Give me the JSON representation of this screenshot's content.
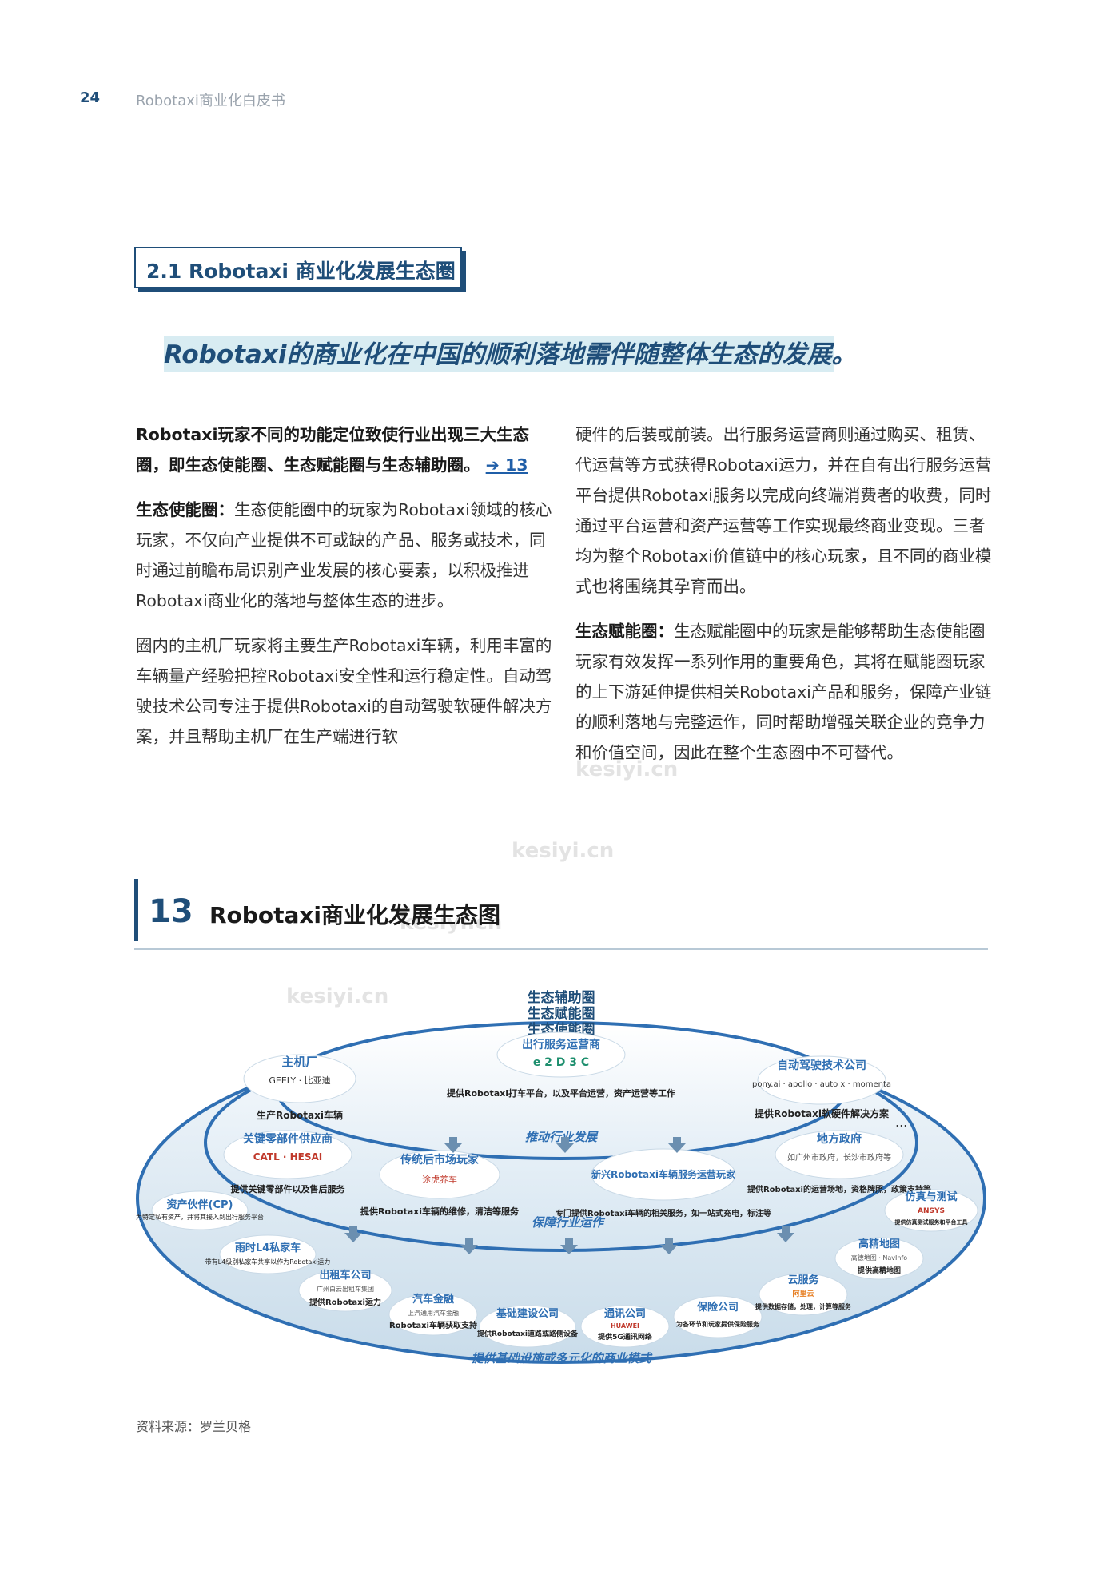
{
  "header": {
    "page_number": "24",
    "running_title": "Robotaxi商业化白皮书"
  },
  "section": {
    "title": "2.1 Robotaxi 商业化发展生态圈"
  },
  "lead": "Robotaxi的商业化在中国的顺利落地需伴随整体生态的发展。",
  "left_column": {
    "intro": "Robotaxi玩家不同的功能定位致使行业出现三大生态圈，即生态使能圈、生态赋能圈与生态辅助圈。",
    "intro_ref": "➔ 13",
    "p1_term": "生态使能圈：",
    "p1_text": "生态使能圈中的玩家为Robotaxi领域的核心玩家，不仅向产业提供不可或缺的产品、服务或技术，同时通过前瞻布局识别产业发展的核心要素，以积极推进Robotaxi商业化的落地与整体生态的进步。",
    "p2_text": "圈内的主机厂玩家将主要生产Robotaxi车辆，利用丰富的车辆量产经验把控Robotaxi安全性和运行稳定性。自动驾驶技术公司专注于提供Robotaxi的自动驾驶软硬件解决方案，并且帮助主机厂在生产端进行软"
  },
  "right_column": {
    "p1_text": "硬件的后装或前装。出行服务运营商则通过购买、租赁、代运营等方式获得Robotaxi运力，并在自有出行服务运营平台提供Robotaxi服务以完成向终端消费者的收费，同时通过平台运营和资产运营等工作实现最终商业变现。三者均为整个Robotaxi价值链中的核心玩家，且不同的商业模式也将围绕其孕育而出。",
    "p2_term": "生态赋能圈：",
    "p2_text": "生态赋能圈中的玩家是能够帮助生态使能圈玩家有效发挥一系列作用的重要角色，其将在赋能圈玩家的上下游延伸提供相关Robotaxi产品和服务，保障产业链的顺利落地与完整运作，同时帮助增强关联企业的竞争力和价值空间，因此在整个生态圈中不可替代。"
  },
  "figure": {
    "number": "13",
    "title": "Robotaxi商业化发展生态图",
    "ring_labels": [
      "生态辅助圈",
      "生态赋能圈",
      "生态使能圈"
    ],
    "core": [
      {
        "name": "主机厂",
        "logos": "GEELY · 比亚迪",
        "desc": "生产Robotaxi车辆"
      },
      {
        "name": "出行服务运营商",
        "logos": "e 2 D 3 C",
        "desc": "提供Robotaxi打车平台，以及平台运营，资产运营等工作"
      },
      {
        "name": "自动驾驶技术公司",
        "logos": "pony.ai · apollo · auto x · momenta",
        "desc": "提供Robotaxi软硬件解决方案"
      }
    ],
    "ring_caption_inner": "推动行业发展",
    "middle": [
      {
        "name": "关键零部件供应商",
        "logos": "CATL · HESAI",
        "desc": "提供关键零部件以及售后服务"
      },
      {
        "name": "传统后市场玩家",
        "logos": "途虎养车",
        "desc": "提供Robotaxi车辆的维修，清洁等服务"
      },
      {
        "name": "新兴Robotaxi车辆服务运营玩家",
        "logos": "",
        "desc": "专门提供Robotaxi车辆的相关服务，如一站式充电，标注等"
      },
      {
        "name": "地方政府",
        "logos": "如广州市政府，长沙市政府等",
        "desc": "提供Robotaxi的运营场地，资格牌照，政策支持等"
      }
    ],
    "ring_caption_middle": "保障行业运作",
    "outer": [
      {
        "name": "资产伙伴(CP)",
        "desc": "为特定私有资产，并将其接入到出行服务平台"
      },
      {
        "name": "雨时L4私家车",
        "desc": "带有L4级别私家车共享以作为Robotaxi运力"
      },
      {
        "name": "出租车公司",
        "logos": "广州白云出租车集团",
        "desc": "提供Robotaxi运力"
      },
      {
        "name": "汽车金融",
        "logos": "上汽通用汽车金融",
        "desc": "Robotaxi车辆获取支持"
      },
      {
        "name": "基础建设公司",
        "desc": "提供Robotaxi道路或路侧设备"
      },
      {
        "name": "通讯公司",
        "logos": "HUAWEI",
        "desc": "提供5G通讯网络"
      },
      {
        "name": "保险公司",
        "desc": "为各环节和玩家提供保险服务"
      },
      {
        "name": "云服务",
        "logos": "阿里云",
        "desc": "提供数据存储，处理，计算等服务"
      },
      {
        "name": "高精地图",
        "logos": "高德地图 · NavInfo",
        "desc": "提供高精地图"
      },
      {
        "name": "仿真与测试",
        "logos": "ANSYS",
        "desc": "提供仿真测试服务和平台工具"
      }
    ],
    "ring_caption_outer": "提供基础设施或多元化的商业模式",
    "ellipsis": "..."
  },
  "source": "资料来源：罗兰贝格",
  "watermark": "kesiyi.cn",
  "colors": {
    "brand": "#1f4e79",
    "highlight": "#d8ecf2",
    "ring_outer": "#dce9f2",
    "ring_middle": "#eaf2f8",
    "accent": "#2f6fb3"
  }
}
